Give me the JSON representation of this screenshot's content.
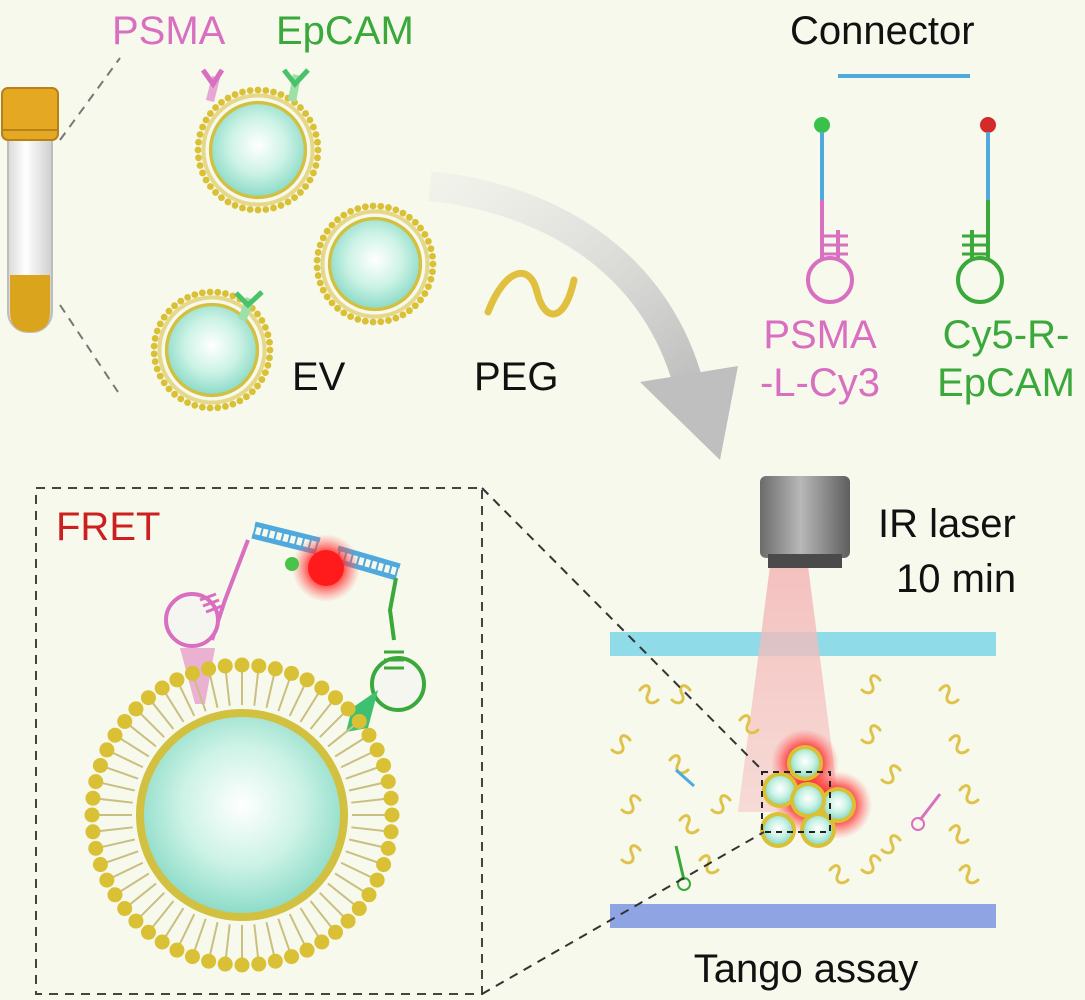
{
  "labels": {
    "psma": "PSMA",
    "epcam": "EpCAM",
    "connector": "Connector",
    "ev": "EV",
    "peg": "PEG",
    "psma_probe_1": "PSMA",
    "psma_probe_2": "-L-Cy3",
    "epcam_probe_1": "Cy5-R-",
    "epcam_probe_2": "EpCAM",
    "fret": "FRET",
    "laser_1": "IR laser",
    "laser_2": "10 min",
    "assay": "Tango assay"
  },
  "colors": {
    "background": "#f7f9ec",
    "psma_pink": "#d96fc0",
    "epcam_green": "#3aa83a",
    "connector_blue": "#4fa9dc",
    "fret_red": "#cc1f1f",
    "lipid_yellow": "#d9c035",
    "ev_core": "#bff0e0",
    "tube_cap": "#e5a823",
    "liquid": "#dba41d",
    "arrow_gray": "#c9c9c9",
    "objective_gray": "#8b8b8b",
    "channel_top": "#8fdbe8",
    "channel_bottom": "#8fa4e3",
    "laser_pink": "#f2b5b5",
    "text_dark": "#111111"
  }
}
